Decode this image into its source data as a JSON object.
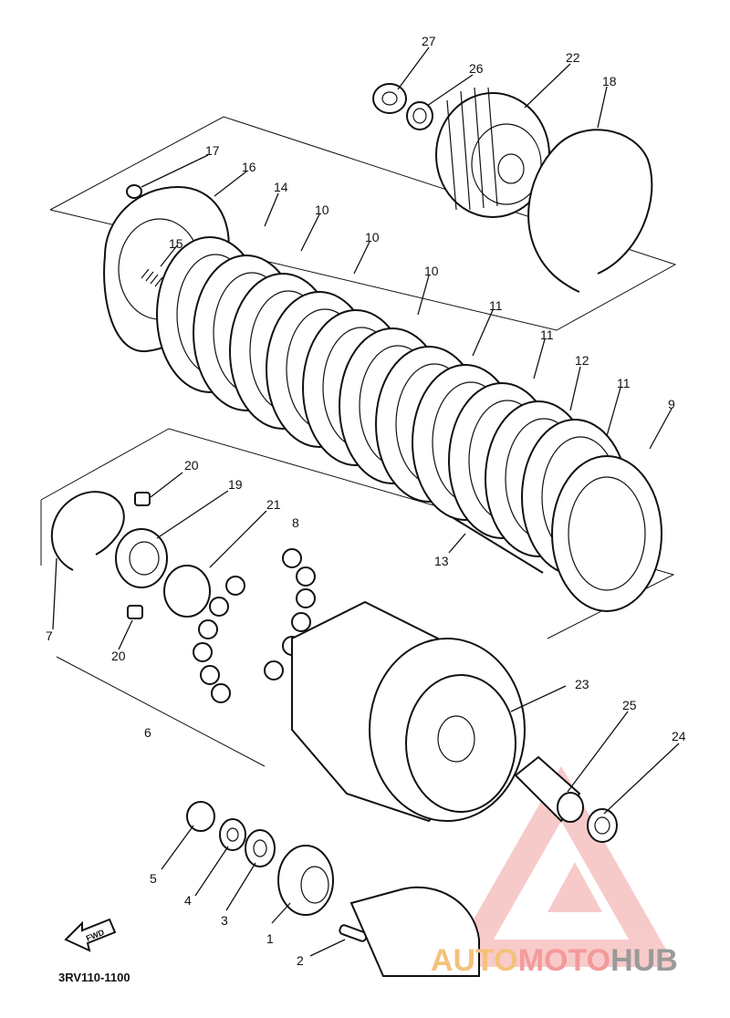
{
  "diagram_code": "3RV110-1100",
  "fwd_label": "FWD",
  "watermark": {
    "part1": "AUTO",
    "part2": "MOTO",
    "part3": "HUB",
    "color1": "#f4c27a",
    "color2": "#f39a9a",
    "color3": "#9a9a9a"
  },
  "callouts": [
    {
      "id": "c27",
      "text": "27"
    },
    {
      "id": "c26",
      "text": "26"
    },
    {
      "id": "c22",
      "text": "22"
    },
    {
      "id": "c18",
      "text": "18"
    },
    {
      "id": "c17",
      "text": "17"
    },
    {
      "id": "c16",
      "text": "16"
    },
    {
      "id": "c14",
      "text": "14"
    },
    {
      "id": "c15",
      "text": "15"
    },
    {
      "id": "c10a",
      "text": "10"
    },
    {
      "id": "c10b",
      "text": "10"
    },
    {
      "id": "c10c",
      "text": "10"
    },
    {
      "id": "c11a",
      "text": "11"
    },
    {
      "id": "c11b",
      "text": "11"
    },
    {
      "id": "c12",
      "text": "12"
    },
    {
      "id": "c11c",
      "text": "11"
    },
    {
      "id": "c9",
      "text": "9"
    },
    {
      "id": "c13",
      "text": "13"
    },
    {
      "id": "c20a",
      "text": "20"
    },
    {
      "id": "c19",
      "text": "19"
    },
    {
      "id": "c21",
      "text": "21"
    },
    {
      "id": "c8",
      "text": "8"
    },
    {
      "id": "c7",
      "text": "7"
    },
    {
      "id": "c20b",
      "text": "20"
    },
    {
      "id": "c6",
      "text": "6"
    },
    {
      "id": "c23",
      "text": "23"
    },
    {
      "id": "c25",
      "text": "25"
    },
    {
      "id": "c24",
      "text": "24"
    },
    {
      "id": "c5",
      "text": "5"
    },
    {
      "id": "c4",
      "text": "4"
    },
    {
      "id": "c3",
      "text": "3"
    },
    {
      "id": "c1",
      "text": "1"
    },
    {
      "id": "c2",
      "text": "2"
    }
  ]
}
